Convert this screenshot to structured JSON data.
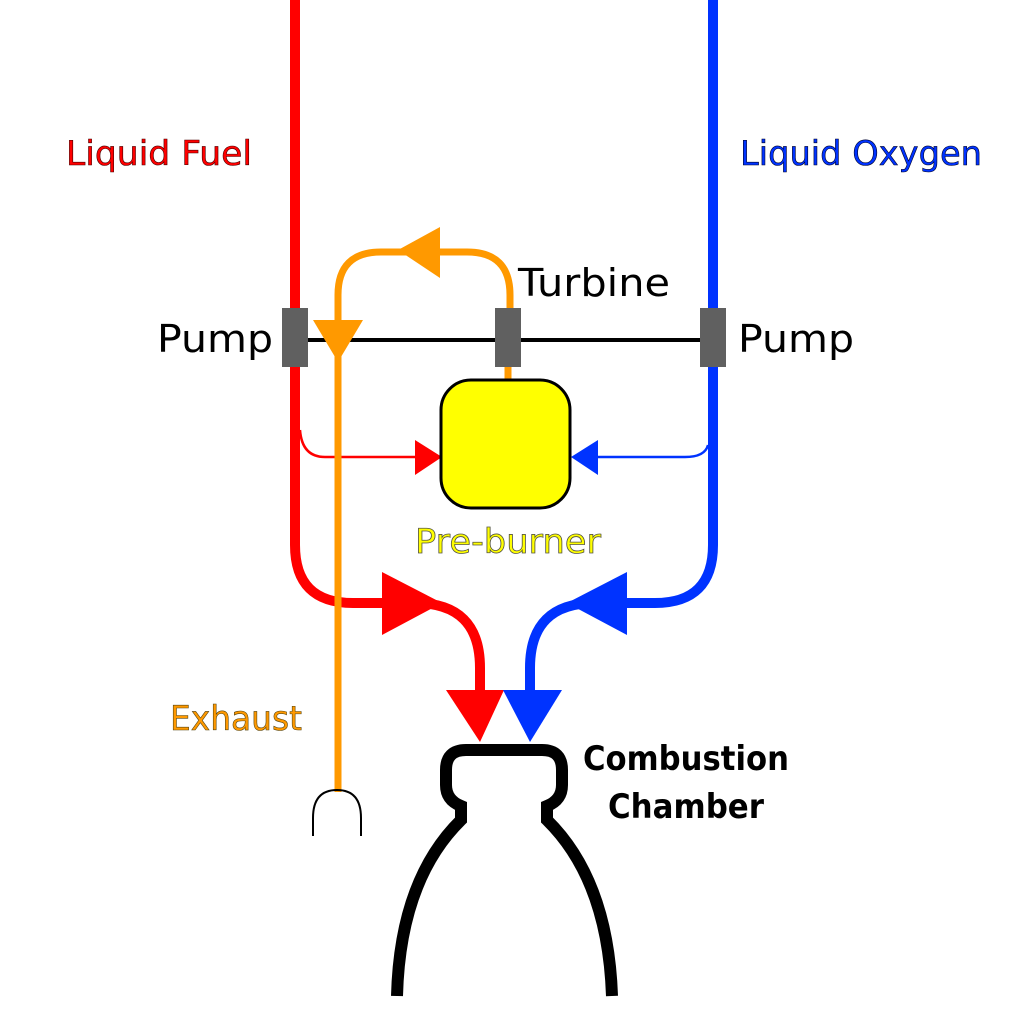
{
  "labels": {
    "liquid_fuel": "Liquid Fuel",
    "liquid_oxygen": "Liquid Oxygen",
    "pump_left": "Pump",
    "pump_right": "Pump",
    "turbine": "Turbine",
    "pre_burner": "Pre-burner",
    "exhaust": "Exhaust",
    "combustion_line1": "Combustion",
    "combustion_line2": "Chamber"
  },
  "colors": {
    "fuel": "#ff0000",
    "oxygen": "#0033ff",
    "exhaust": "#ff9900",
    "pre_burner": "#ffff00",
    "pump": "#606060",
    "outline": "#000000"
  }
}
